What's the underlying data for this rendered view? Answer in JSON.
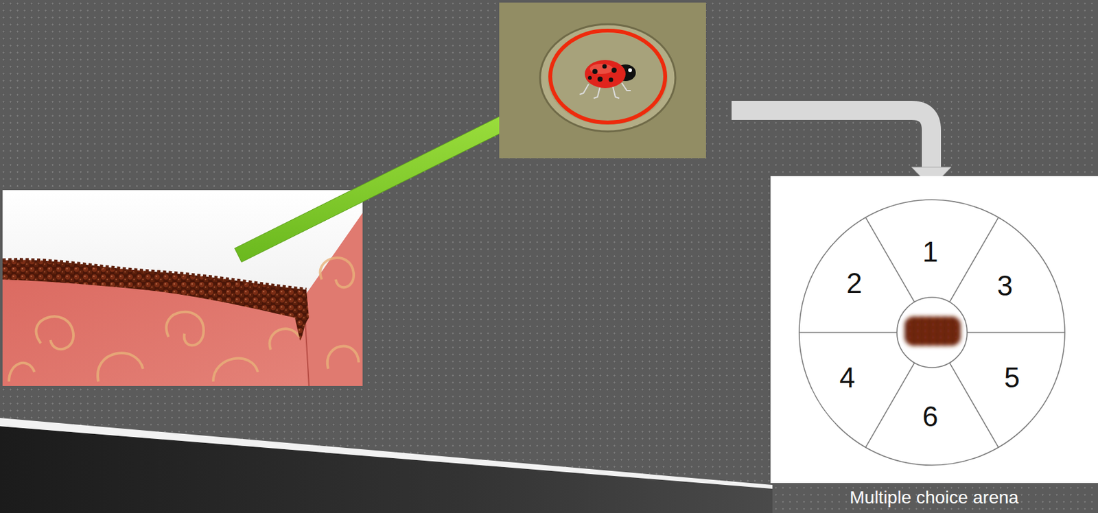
{
  "diagram": {
    "nodes": [
      {
        "text": [
          "Multiple choice arena"
        ]
      },
      {
        "text": [
          "1"
        ],
        "in": 0
      },
      {
        "text": [
          "2"
        ],
        "in": 0
      },
      {
        "text": [
          "3"
        ],
        "in": 0
      },
      {
        "text": [
          "4"
        ],
        "in": 0
      },
      {
        "text": [
          "5"
        ],
        "in": 0
      },
      {
        "text": [
          "6"
        ],
        "in": 0
      }
    ]
  }
}
